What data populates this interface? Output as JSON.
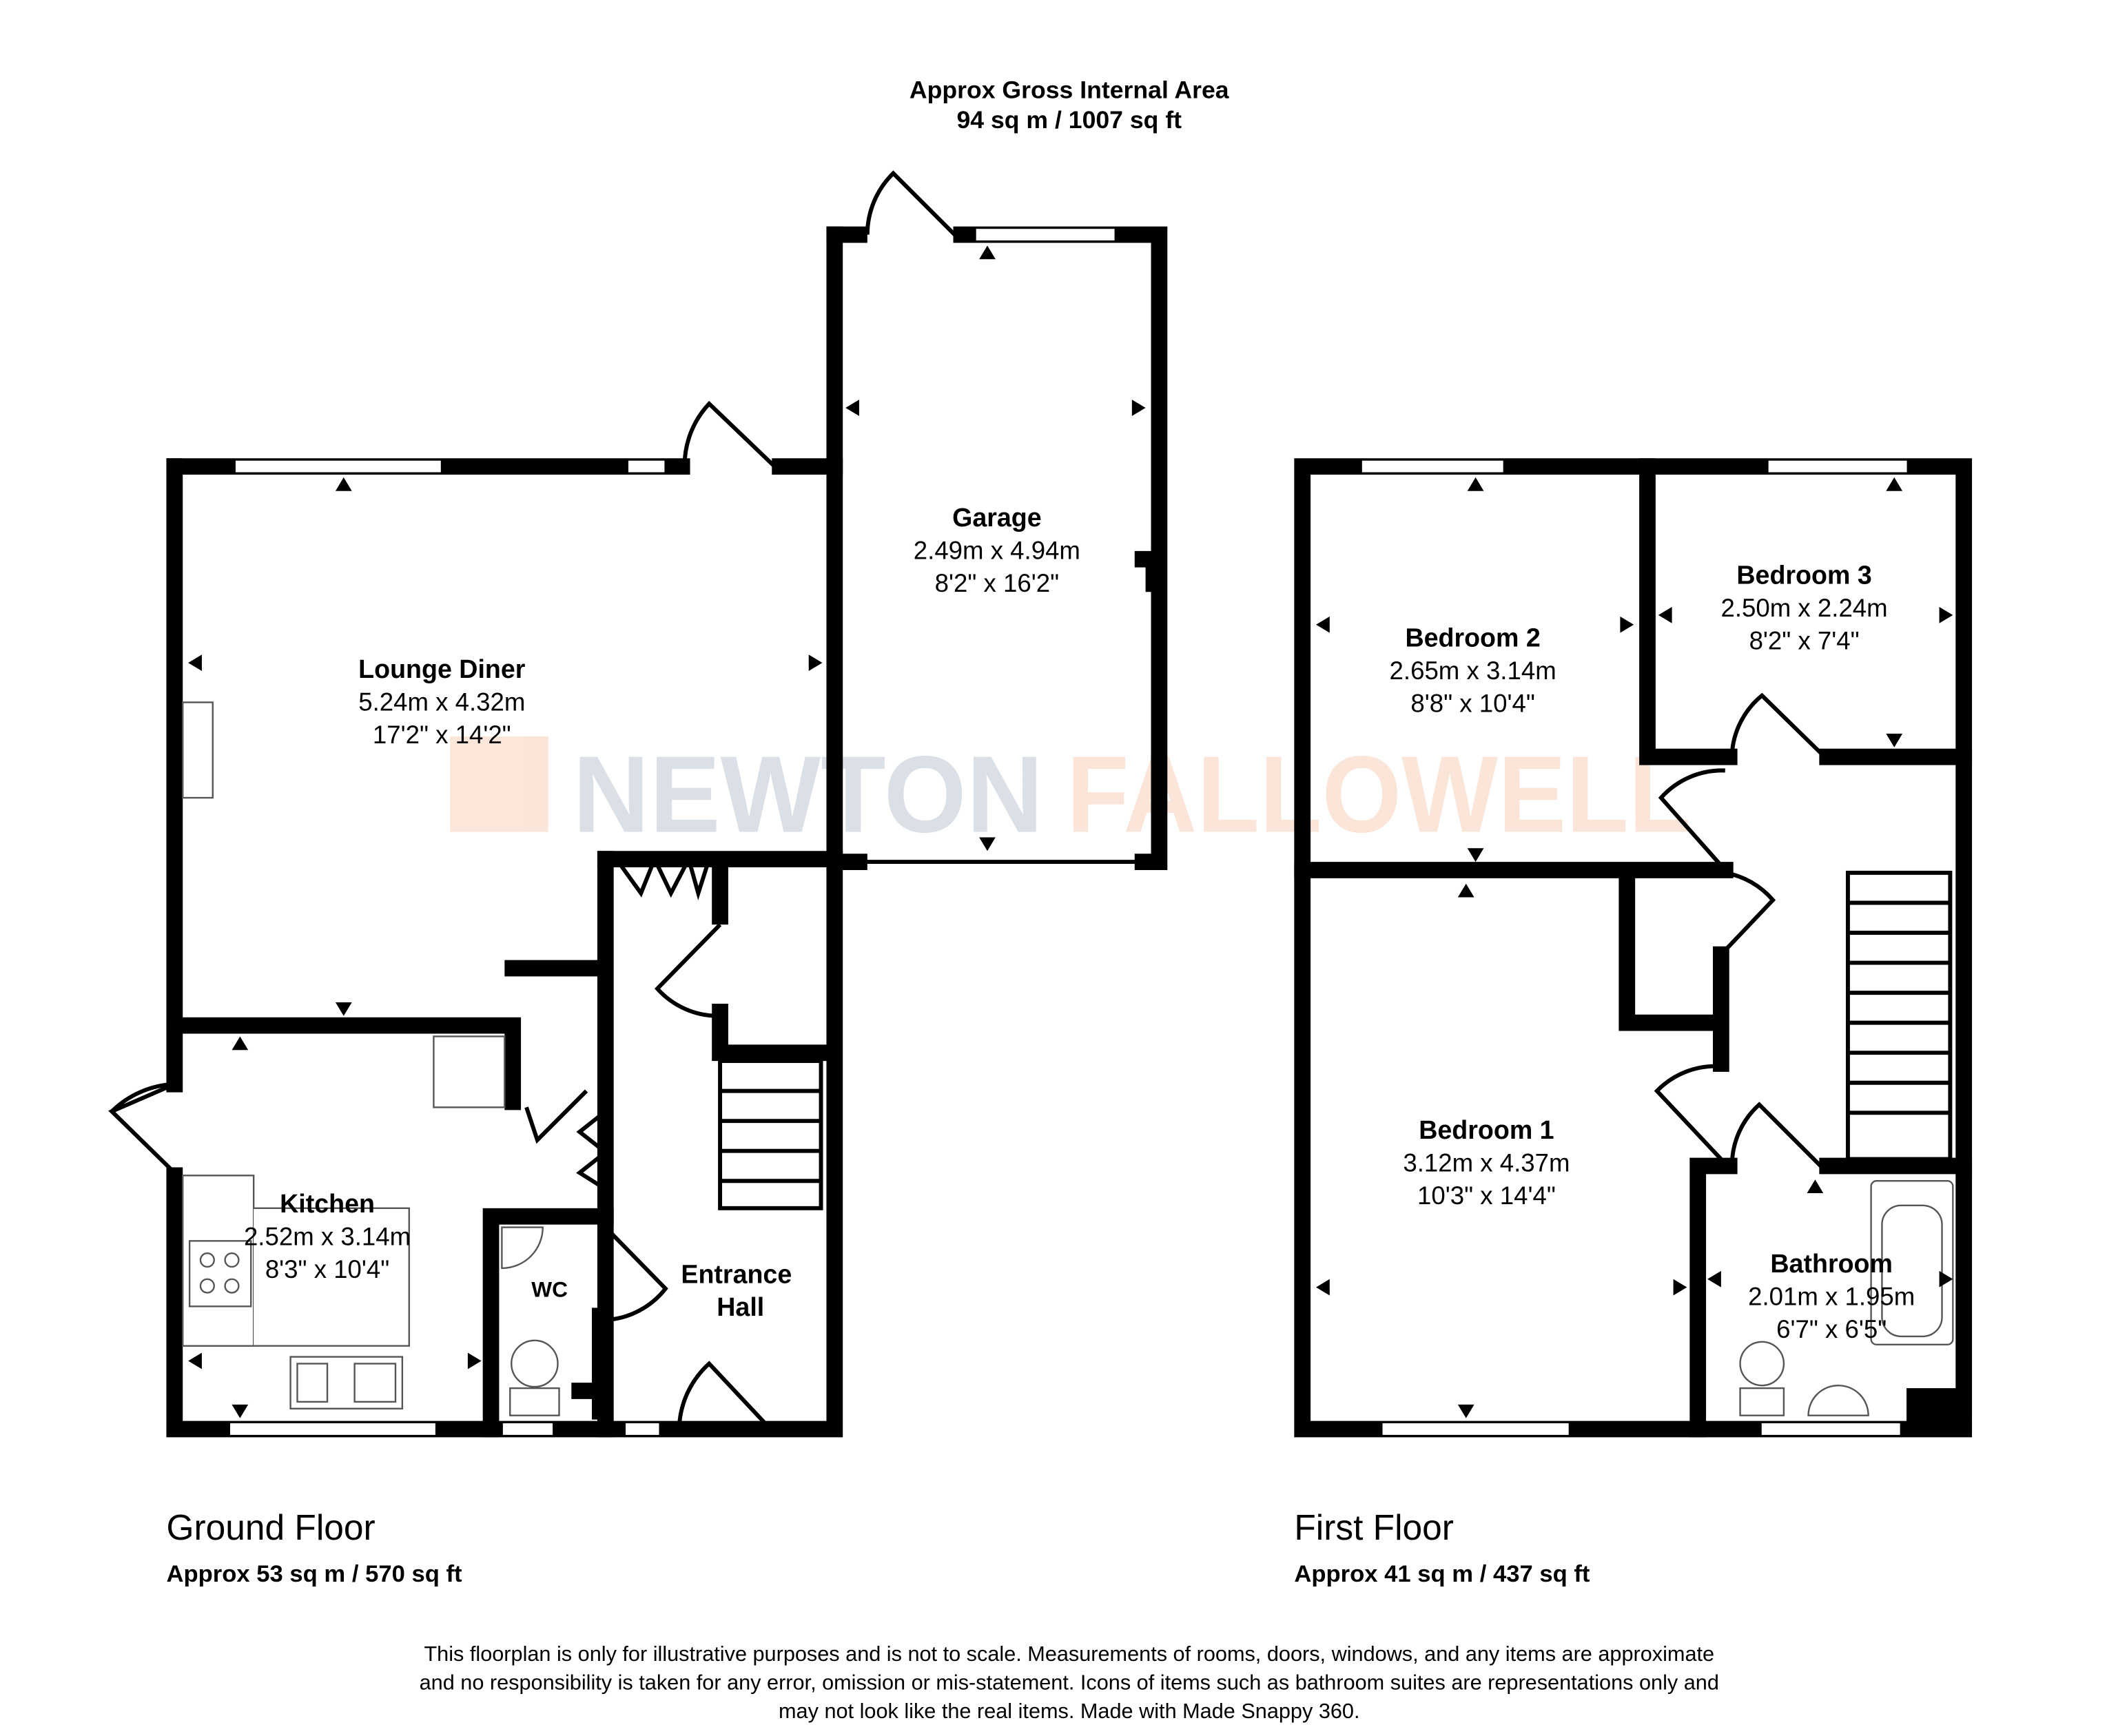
{
  "header": {
    "line1": "Approx Gross Internal Area",
    "line2": "94 sq m / 1007 sq ft"
  },
  "watermark": {
    "part1": "NEWTON",
    "part2": "FALLOWELL",
    "color1": "#d5dbe3",
    "color2": "#fbe0d2"
  },
  "ground_floor": {
    "title": "Ground Floor",
    "area": "Approx 53 sq m / 570 sq ft",
    "rooms": [
      {
        "name": "Lounge Diner",
        "metric": "5.24m x 4.32m",
        "imperial": "17'2\" x 14'2\""
      },
      {
        "name": "Garage",
        "metric": "2.49m x 4.94m",
        "imperial": "8'2\" x 16'2\""
      },
      {
        "name": "Kitchen",
        "metric": "2.52m x 3.14m",
        "imperial": "8'3\" x 10'4\""
      },
      {
        "name": "WC"
      },
      {
        "name": "Entrance",
        "name2": "Hall"
      }
    ]
  },
  "first_floor": {
    "title": "First Floor",
    "area": "Approx 41 sq m / 437 sq ft",
    "rooms": [
      {
        "name": "Bedroom 2",
        "metric": "2.65m x 3.14m",
        "imperial": "8'8\" x 10'4\""
      },
      {
        "name": "Bedroom 3",
        "metric": "2.50m x 2.24m",
        "imperial": "8'2\" x 7'4\""
      },
      {
        "name": "Bedroom 1",
        "metric": "3.12m x 4.37m",
        "imperial": "10'3\" x 14'4\""
      },
      {
        "name": "Bathroom",
        "metric": "2.01m x 1.95m",
        "imperial": "6'7\" x 6'5\""
      }
    ]
  },
  "disclaimer": [
    "This floorplan is only for illustrative purposes and is not to scale. Measurements of rooms, doors, windows, and any items are approximate",
    "and no responsibility is taken for any error, omission or mis-statement. Icons of items such as bathroom suites are representations only and",
    "may not look like the real items. Made with Made Snappy 360."
  ]
}
